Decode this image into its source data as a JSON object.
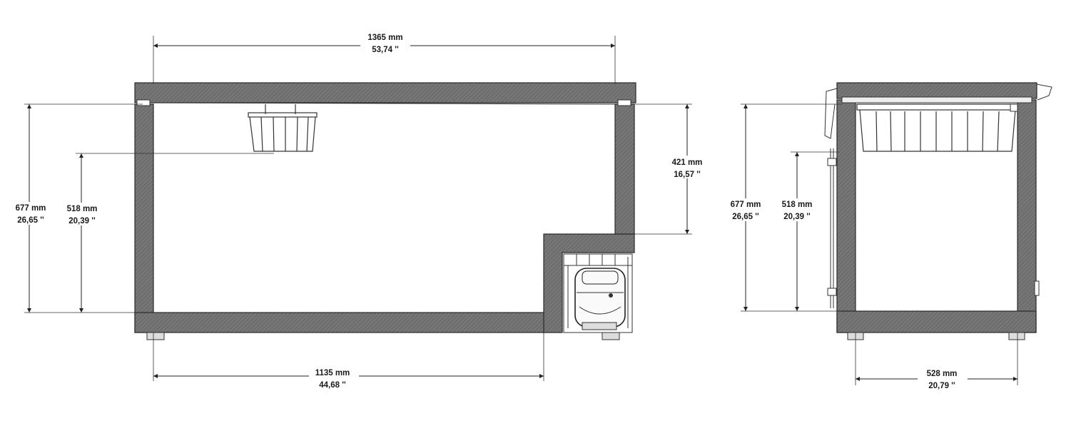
{
  "front_view": {
    "total_width": {
      "mm": "1365 mm",
      "inch": "53,74 ''"
    },
    "inner_length": {
      "mm": "1135 mm",
      "inch": "44,68 ''"
    },
    "total_height": {
      "mm": "677 mm",
      "inch": "26,65 ''"
    },
    "inner_depth": {
      "mm": "518 mm",
      "inch": "20,39 ''"
    },
    "step_depth": {
      "mm": "421 mm",
      "inch": "16,57 ''"
    }
  },
  "side_view": {
    "total_height": {
      "mm": "677 mm",
      "inch": "26,65 ''"
    },
    "inner_depth": {
      "mm": "518 mm",
      "inch": "20,39 ''"
    },
    "inner_width": {
      "mm": "528 mm",
      "inch": "20,79 ''"
    }
  },
  "colors": {
    "wall": "#6e6e6e",
    "line": "#222222"
  }
}
